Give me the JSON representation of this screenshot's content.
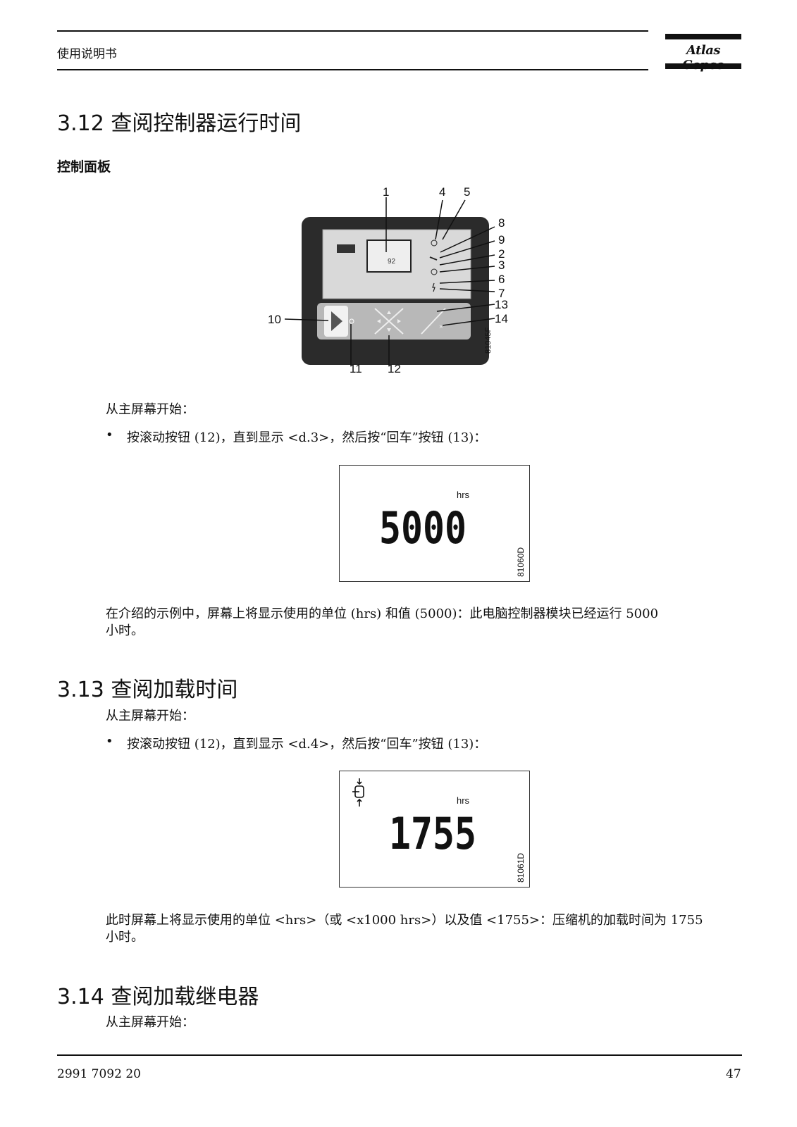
{
  "header": {
    "title": "使用说明书",
    "brand": "Atlas Copco"
  },
  "section_3_12": {
    "heading": "3.12 查阅控制器运行时间",
    "subheading": "控制面板",
    "panel_figure": {
      "code": "81045F",
      "lcd_value": "92",
      "callouts": [
        "1",
        "4",
        "5",
        "8",
        "9",
        "2",
        "3",
        "6",
        "7",
        "13",
        "14",
        "10",
        "11",
        "12"
      ]
    },
    "intro": "从主屏幕开始：",
    "bullet": "按滚动按钮 (12)，直到显示 <d.3>，然后按“回车”按钮 (13)：",
    "display": {
      "unit": "hrs",
      "value": "5000",
      "code": "81060D"
    },
    "description_line1": "在介绍的示例中，屏幕上将显示使用的单位 (hrs) 和值 (5000)：此电脑控制器模块已经运行 5000",
    "description_line2": "小时。"
  },
  "section_3_13": {
    "heading": "3.13 查阅加载时间",
    "intro": "从主屏幕开始：",
    "bullet": "按滚动按钮 (12)，直到显示 <d.4>，然后按“回车”按钮 (13)：",
    "display": {
      "unit": "hrs",
      "value": "1755",
      "code": "81061D",
      "icon": "load-icon"
    },
    "description_line1": "此时屏幕上将显示使用的单位 <hrs>（或 <x1000 hrs>）以及值 <1755>：压缩机的加载时间为 1755",
    "description_line2": "小时。"
  },
  "section_3_14": {
    "heading": "3.14 查阅加载继电器",
    "intro": "从主屏幕开始："
  },
  "footer": {
    "doc_number": "2991 7092 20",
    "page": "47"
  }
}
